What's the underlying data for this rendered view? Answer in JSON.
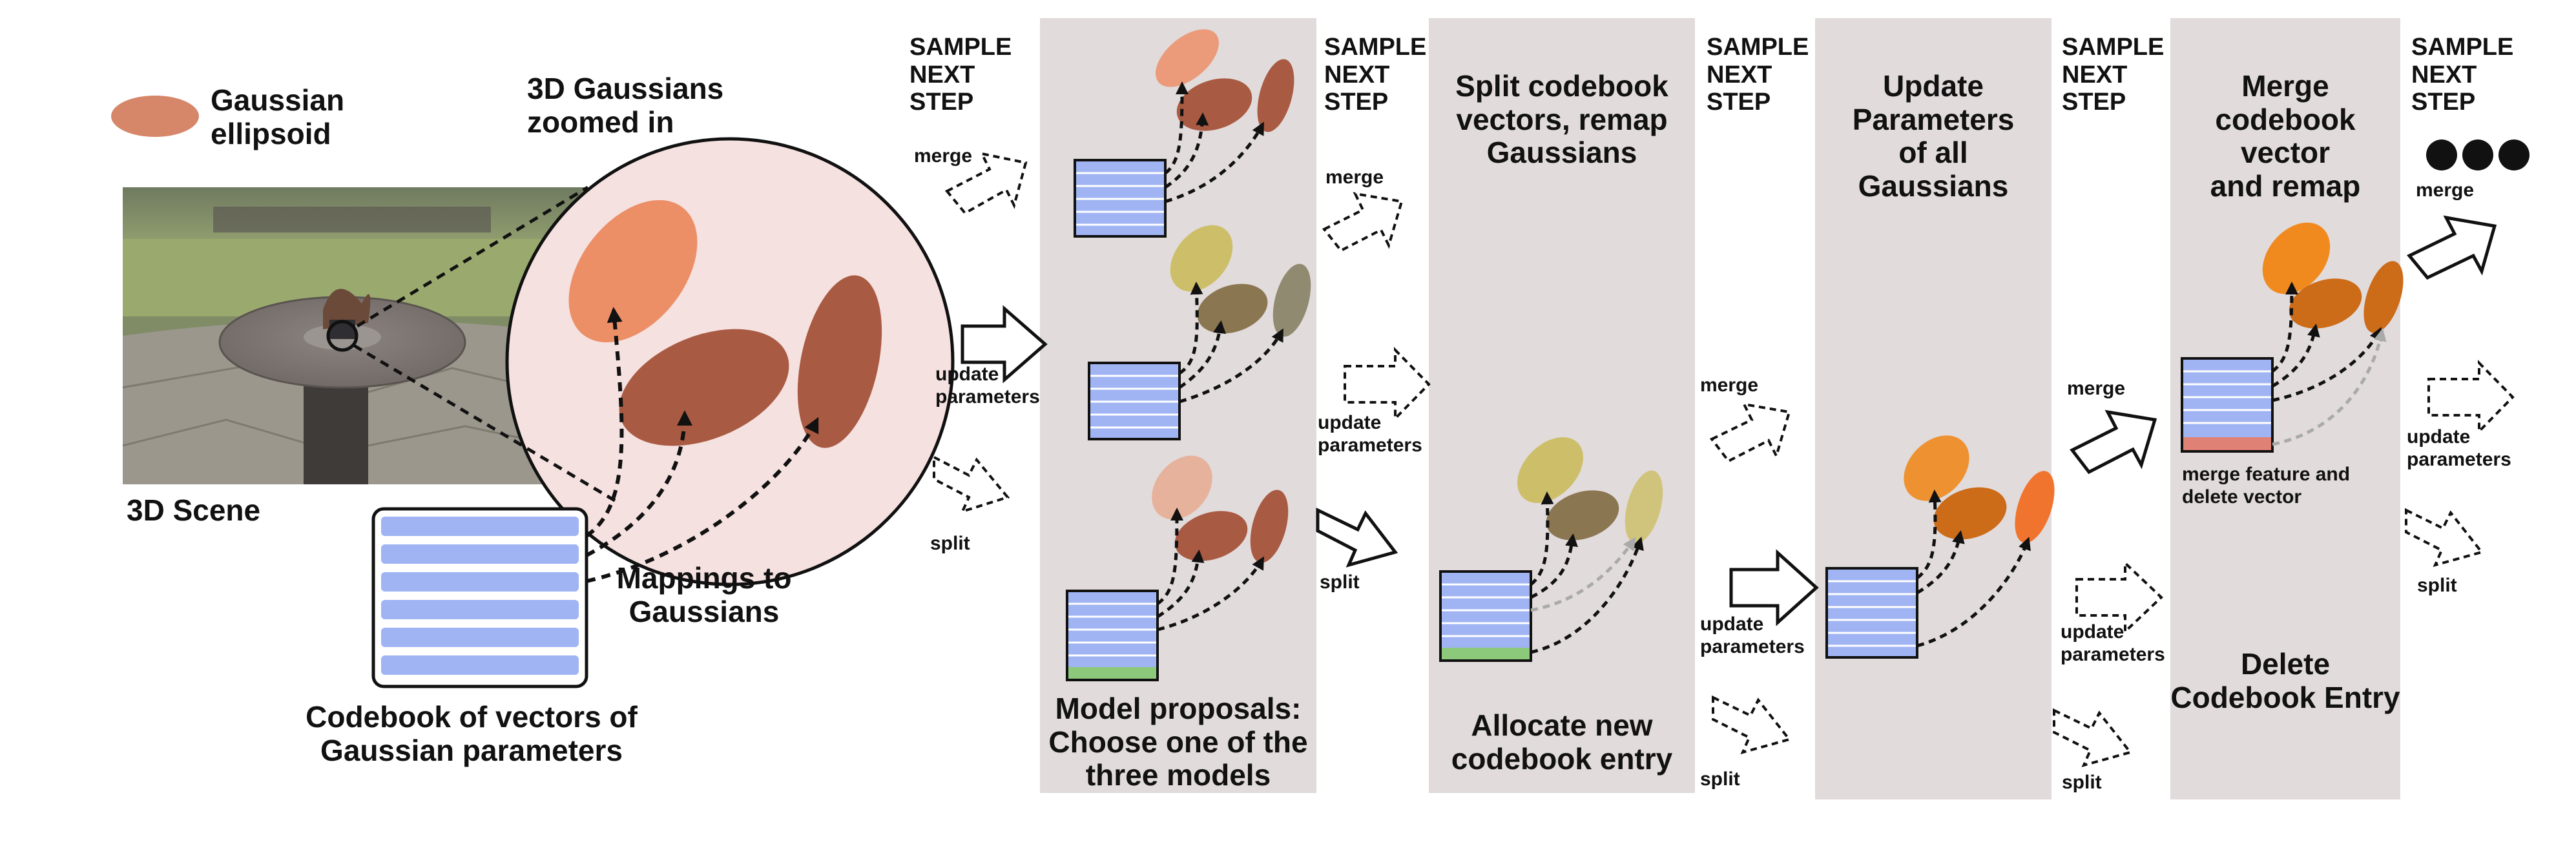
{
  "legend": {
    "swatch_label": "Gaussian\nellipsoid"
  },
  "scene": {
    "zoom_title": "3D Gaussians\nzoomed in",
    "scene_label": "3D Scene",
    "mappings_label": "Mappings to\nGaussians",
    "codebook_label": "Codebook of vectors of\nGaussian parameters"
  },
  "sample_next_step": "SAMPLE\nNEXT\nSTEP",
  "actions": {
    "merge": "merge",
    "update": "update\nparameters",
    "split": "split"
  },
  "panels": {
    "proposals": "Model proposals:\nChoose one of the\nthree models",
    "split_title": "Split codebook\nvectors, remap\nGaussians",
    "allocate": "Allocate new\ncodebook entry",
    "update_title": "Update\nParameters\nof all\nGaussians",
    "merge_title": "Merge\ncodebook\nvector\nand remap",
    "merge_note": "merge feature and\ndelete vector",
    "delete": "Delete\nCodebook Entry"
  },
  "colors": {
    "panel_bg": "#e1dbdb",
    "codebook_row": "#a0b4f3",
    "gaussian_salmon": "#ec8f67",
    "gaussian_brown": "#a95a42",
    "new_entry_green": "#8cc97a",
    "deleted_entry_red": "#e08176",
    "orange": "#f08a1e"
  }
}
